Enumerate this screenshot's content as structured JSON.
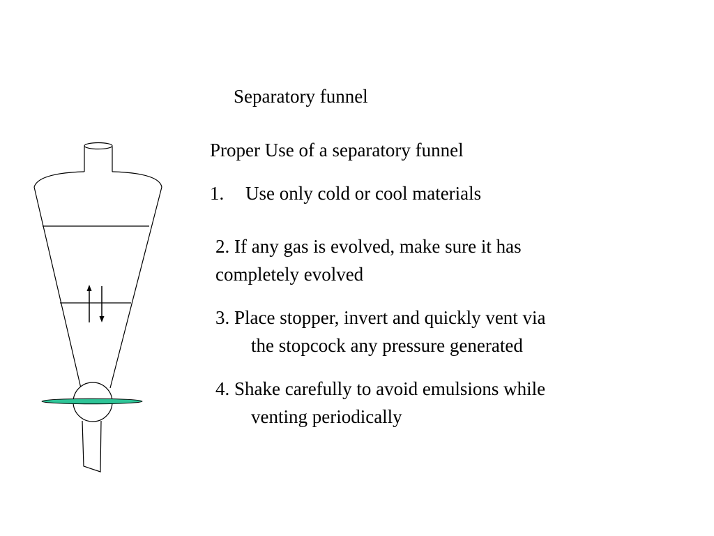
{
  "slide": {
    "title": "Separatory funnel",
    "subtitle": "Proper Use of a separatory funnel",
    "steps": [
      {
        "number": "1.",
        "text": "Use only cold or cool materials"
      },
      {
        "line1": "2. If any gas is evolved, make sure it has",
        "line2": "completely evolved"
      },
      {
        "line1": "3. Place stopper, invert and quickly vent via",
        "line2": "the stopcock any pressure generated"
      },
      {
        "line1": "4. Shake carefully to avoid emulsions while",
        "line2": "venting periodically"
      }
    ]
  },
  "diagram": {
    "stroke_color": "#000000",
    "stopcock_color": "#2ec497",
    "icons": [
      "separatory-funnel-icon",
      "up-arrow-icon",
      "down-arrow-icon"
    ]
  }
}
